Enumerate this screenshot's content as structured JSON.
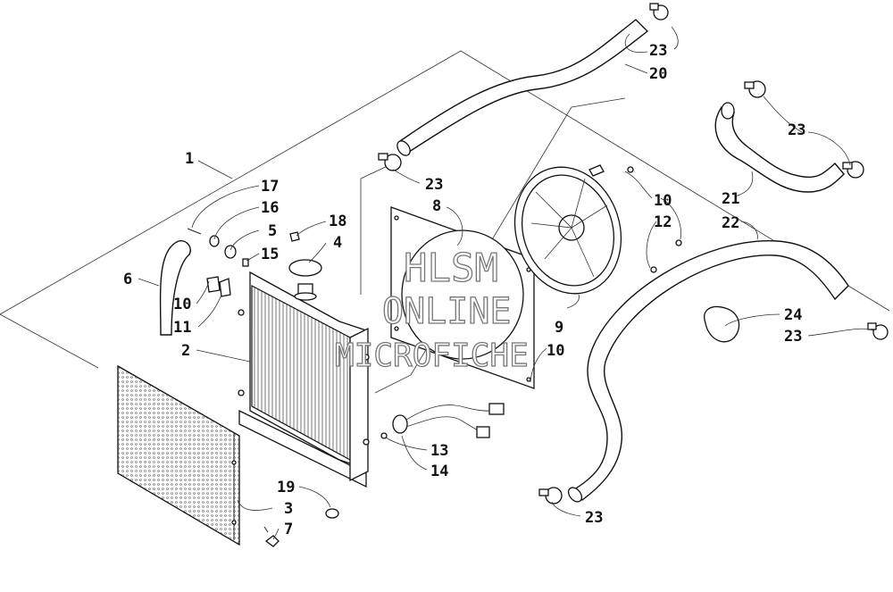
{
  "watermark": {
    "line1": "HLSM",
    "line2": "ONLINE",
    "line3": "MICROFICHE"
  },
  "callouts": {
    "c1": "1",
    "c2": "2",
    "c3": "3",
    "c4": "4",
    "c5": "5",
    "c6": "6",
    "c7": "7",
    "c8": "8",
    "c9": "9",
    "c10a": "10",
    "c10b": "10",
    "c10c": "10",
    "c11": "11",
    "c12": "12",
    "c13": "13",
    "c14": "14",
    "c15": "15",
    "c16": "16",
    "c17": "17",
    "c18": "18",
    "c19": "19",
    "c20": "20",
    "c21": "21",
    "c22": "22",
    "c23a": "23",
    "c23b": "23",
    "c23c": "23",
    "c23d": "23",
    "c23e": "23",
    "c24": "24"
  }
}
